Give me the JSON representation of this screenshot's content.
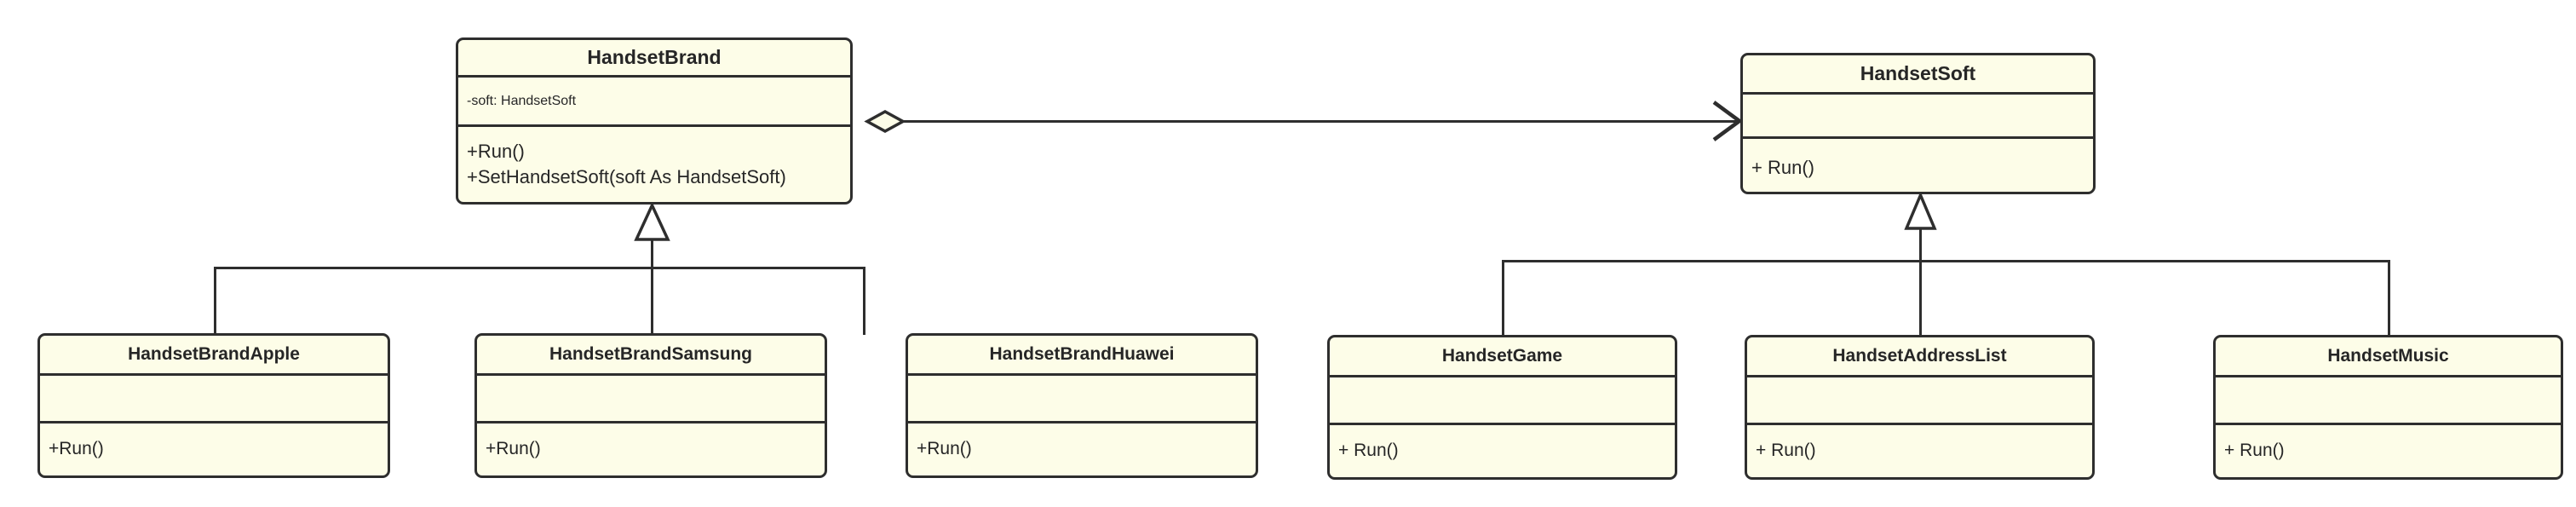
{
  "diagram": {
    "title": "Handset Bridge Pattern UML Class Diagram",
    "type": "uml-class-diagram",
    "background_color": "#ffffff",
    "box_fill_color": "#fdfde8",
    "box_border_color": "#2e2e2e",
    "text_color": "#262626"
  },
  "classes": {
    "handset_brand": {
      "name": "HandsetBrand",
      "attributes": [
        "-soft:  HandsetSoft"
      ],
      "operations": [
        "+Run()",
        "+SetHandsetSoft(soft As HandsetSoft)"
      ]
    },
    "handset_soft": {
      "name": "HandsetSoft",
      "attributes": [
        ""
      ],
      "operations": [
        "+ Run()"
      ]
    },
    "handset_brand_apple": {
      "name": "HandsetBrandApple",
      "attributes": [
        ""
      ],
      "operations": [
        "+Run()"
      ]
    },
    "handset_brand_samsung": {
      "name": "HandsetBrandSamsung",
      "attributes": [
        ""
      ],
      "operations": [
        "+Run()"
      ]
    },
    "handset_brand_huawei": {
      "name": "HandsetBrandHuawei",
      "attributes": [
        ""
      ],
      "operations": [
        "+Run()"
      ]
    },
    "handset_game": {
      "name": "HandsetGame",
      "attributes": [
        ""
      ],
      "operations": [
        "+ Run()"
      ]
    },
    "handset_address_list": {
      "name": "HandsetAddressList",
      "attributes": [
        ""
      ],
      "operations": [
        "+ Run()"
      ]
    },
    "handset_music": {
      "name": "HandsetMusic",
      "attributes": [
        ""
      ],
      "operations": [
        "+ Run()"
      ]
    }
  },
  "relationships": [
    {
      "id": "brand-aggregates-soft",
      "type": "aggregation",
      "source": "HandsetBrand",
      "target": "HandsetSoft",
      "source_decoration": "hollow-diamond",
      "target_decoration": "open-arrow"
    },
    {
      "id": "apple-inherits-brand",
      "type": "generalization",
      "source": "HandsetBrandApple",
      "target": "HandsetBrand",
      "target_decoration": "hollow-triangle"
    },
    {
      "id": "samsung-inherits-brand",
      "type": "generalization",
      "source": "HandsetBrandSamsung",
      "target": "HandsetBrand",
      "target_decoration": "hollow-triangle"
    },
    {
      "id": "huawei-inherits-brand",
      "type": "generalization",
      "source": "HandsetBrandHuawei",
      "target": "HandsetBrand",
      "target_decoration": "hollow-triangle"
    },
    {
      "id": "game-inherits-soft",
      "type": "generalization",
      "source": "HandsetGame",
      "target": "HandsetSoft",
      "target_decoration": "hollow-triangle"
    },
    {
      "id": "addresslist-inherits-soft",
      "type": "generalization",
      "source": "HandsetAddressList",
      "target": "HandsetSoft",
      "target_decoration": "hollow-triangle"
    },
    {
      "id": "music-inherits-soft",
      "type": "generalization",
      "source": "HandsetMusic",
      "target": "HandsetSoft",
      "target_decoration": "hollow-triangle"
    }
  ]
}
